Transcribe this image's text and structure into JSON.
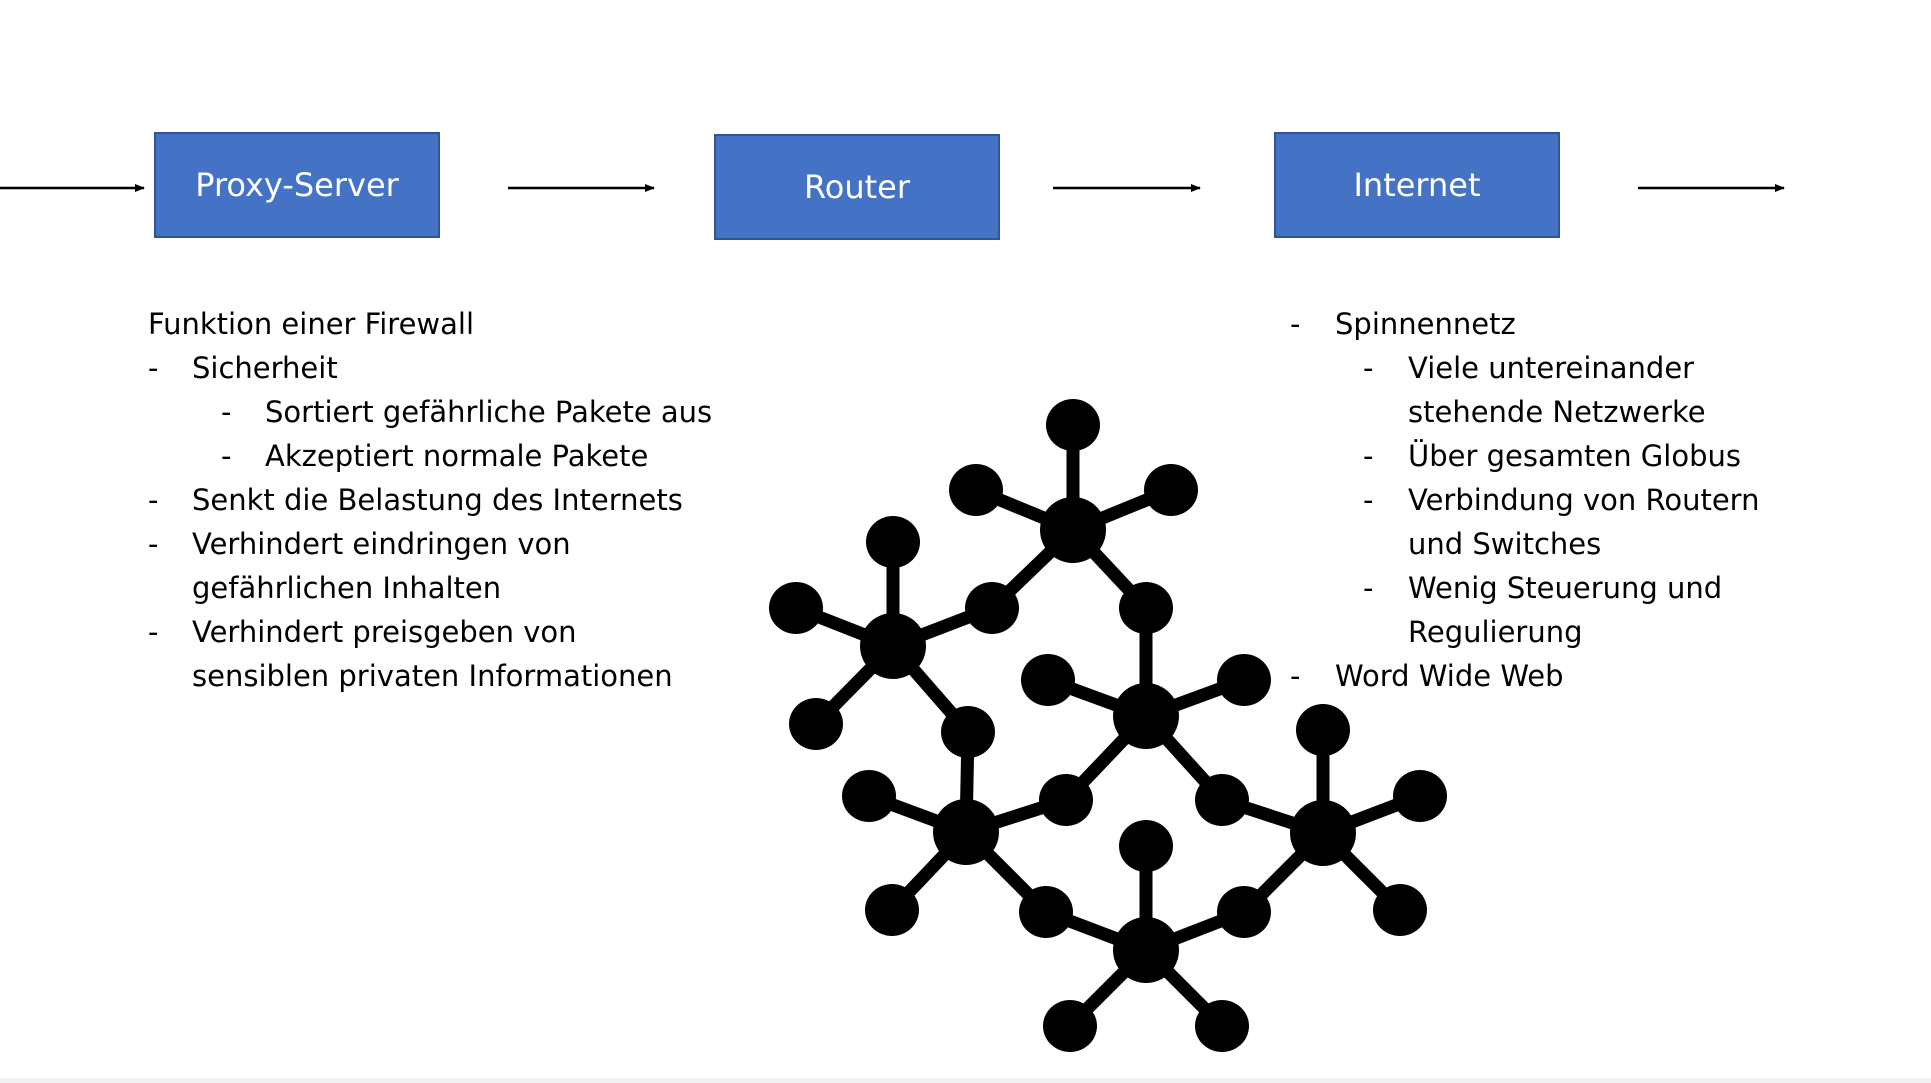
{
  "flow": {
    "boxes": [
      {
        "label": "Proxy-Server"
      },
      {
        "label": "Router"
      },
      {
        "label": "Internet"
      }
    ],
    "box_color": "#4472c4",
    "box_border_color": "#2f5597",
    "arrow_color": "#000000"
  },
  "firewall_notes": {
    "title": "Funktion einer Firewall",
    "dash": "-",
    "sicherheit": "Sicherheit",
    "sortiert": "Sortiert gefährliche Pakete aus",
    "akzeptiert": "Akzeptiert normale Pakete",
    "senkt": "Senkt die Belastung des Internets",
    "eindringen_1": "Verhindert eindringen von",
    "eindringen_2": "gefährlichen Inhalten",
    "preisgeben_1": "Verhindert preisgeben von",
    "preisgeben_2": "sensiblen privaten Informationen"
  },
  "internet_notes": {
    "dash": "-",
    "spinnennetz": "Spinnennetz",
    "viele_1": "Viele untereinander",
    "viele_2": "stehende Netzwerke",
    "globus": "Über gesamten Globus",
    "verbindung_1": "Verbindung von Routern",
    "verbindung_2": "und Switches",
    "steuerung_1": "Wenig Steuerung und",
    "steuerung_2": "Regulierung",
    "www": "Word Wide Web"
  },
  "network_graphic": {
    "icon": "network-molecule-icon",
    "color": "#000000"
  }
}
